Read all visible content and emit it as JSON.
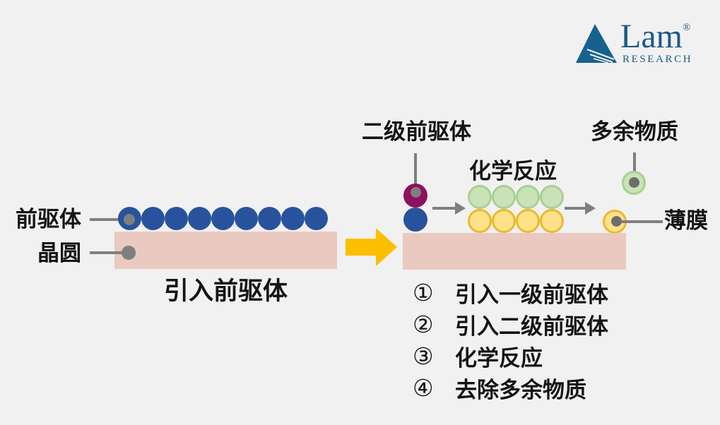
{
  "logo": {
    "name": "Lam",
    "registered_mark": "®",
    "subtitle": "RESEARCH"
  },
  "left_diagram": {
    "precursor_label": "前驱体",
    "wafer_label": "晶圆",
    "caption": "引入前驱体",
    "molecule_count": 9
  },
  "right_diagram": {
    "secondary_precursor_label": "二级前驱体",
    "reaction_label": "化学反应",
    "excess_label": "多余物质",
    "film_label": "薄膜",
    "green_molecule_count": 4,
    "yellow_molecule_count": 4,
    "steps": [
      {
        "num": "①",
        "text": "引入一级前驱体"
      },
      {
        "num": "②",
        "text": "引入二级前驱体"
      },
      {
        "num": "③",
        "text": "化学反应"
      },
      {
        "num": "④",
        "text": "去除多余物质"
      }
    ]
  },
  "colors": {
    "background": "#f1f1f1",
    "text_black": "#141414",
    "molecule_blue": "#28539c",
    "molecule_purple": "#8e1060",
    "molecule_green_fill": "#c9e2b6",
    "molecule_green_stroke": "#a9cf92",
    "molecule_yellow_fill": "#fde289",
    "molecule_yellow_stroke": "#edb82d",
    "wafer_pink": "#eac9c1",
    "callout_gray": "#7f7f7f",
    "transition_arrow_yellow": "#fcbf00",
    "logo_blue": "#1d5a87",
    "logo_triangle_blue": "#17618f"
  }
}
